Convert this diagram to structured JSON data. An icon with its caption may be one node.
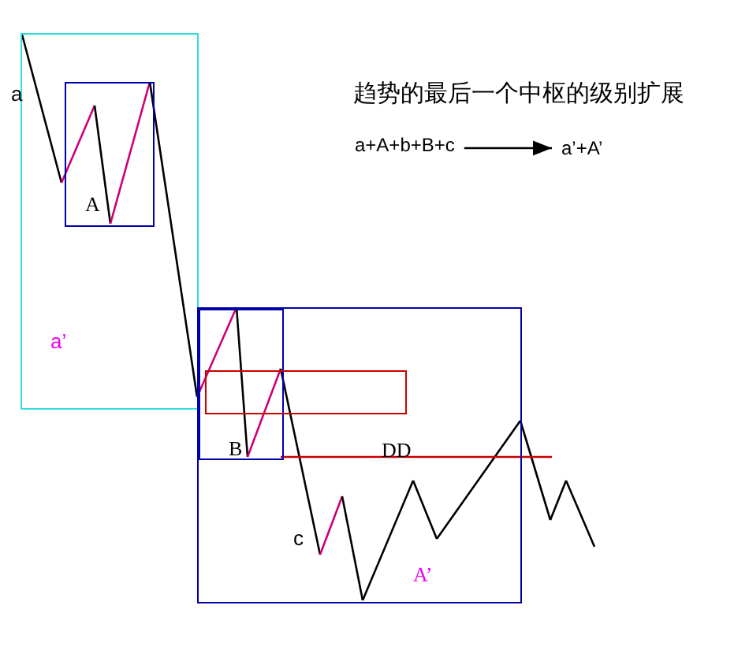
{
  "diagram": {
    "title": "趋势的最后一个中枢的级别扩展",
    "nodes": [
      {
        "text": [
          "a’"
        ]
      },
      {
        "text": [
          "A"
        ],
        "in": 0
      },
      {
        "text": [
          "A’"
        ]
      },
      {
        "text": [
          "B"
        ],
        "in": 2
      },
      {
        "text": [],
        "shape": "box",
        "in": 2
      },
      {
        "text": [
          "a+A+b+B+c"
        ]
      },
      {
        "text": [
          "a’+A’"
        ]
      }
    ],
    "edges": [
      {
        "from": 5,
        "to": 6,
        "arrow": "to"
      }
    ],
    "labels": [
      "a",
      "DD",
      "c"
    ]
  }
}
